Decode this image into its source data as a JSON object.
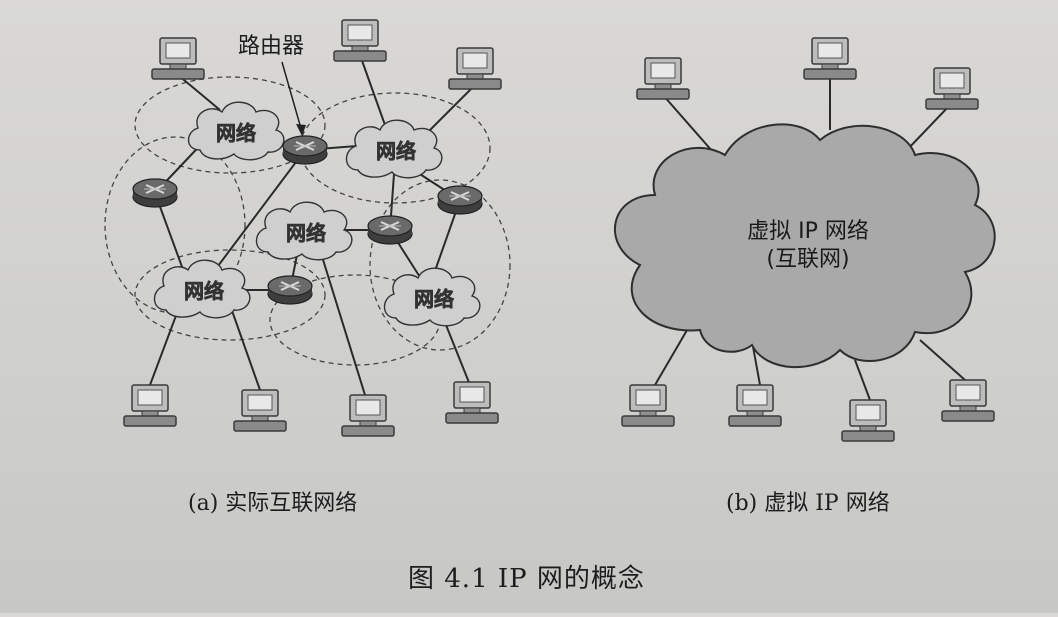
{
  "left_diagram": {
    "router_callout": "路由器",
    "network_label": "网络",
    "caption": "(a)  实际互联网络"
  },
  "right_diagram": {
    "cloud_line1": "虚拟 IP 网络",
    "cloud_line2": "(互联网)",
    "caption": "(b)  虚拟 IP 网络"
  },
  "figure_caption": "图 4.1    IP 网的概念",
  "colors": {
    "cloud_fill": "#a9a9a9",
    "small_cloud_fill": "#cfcfcf",
    "router_fill": "#4a4a4a",
    "computer_fill": "#9a9a9a",
    "line": "#2a2a2a"
  }
}
